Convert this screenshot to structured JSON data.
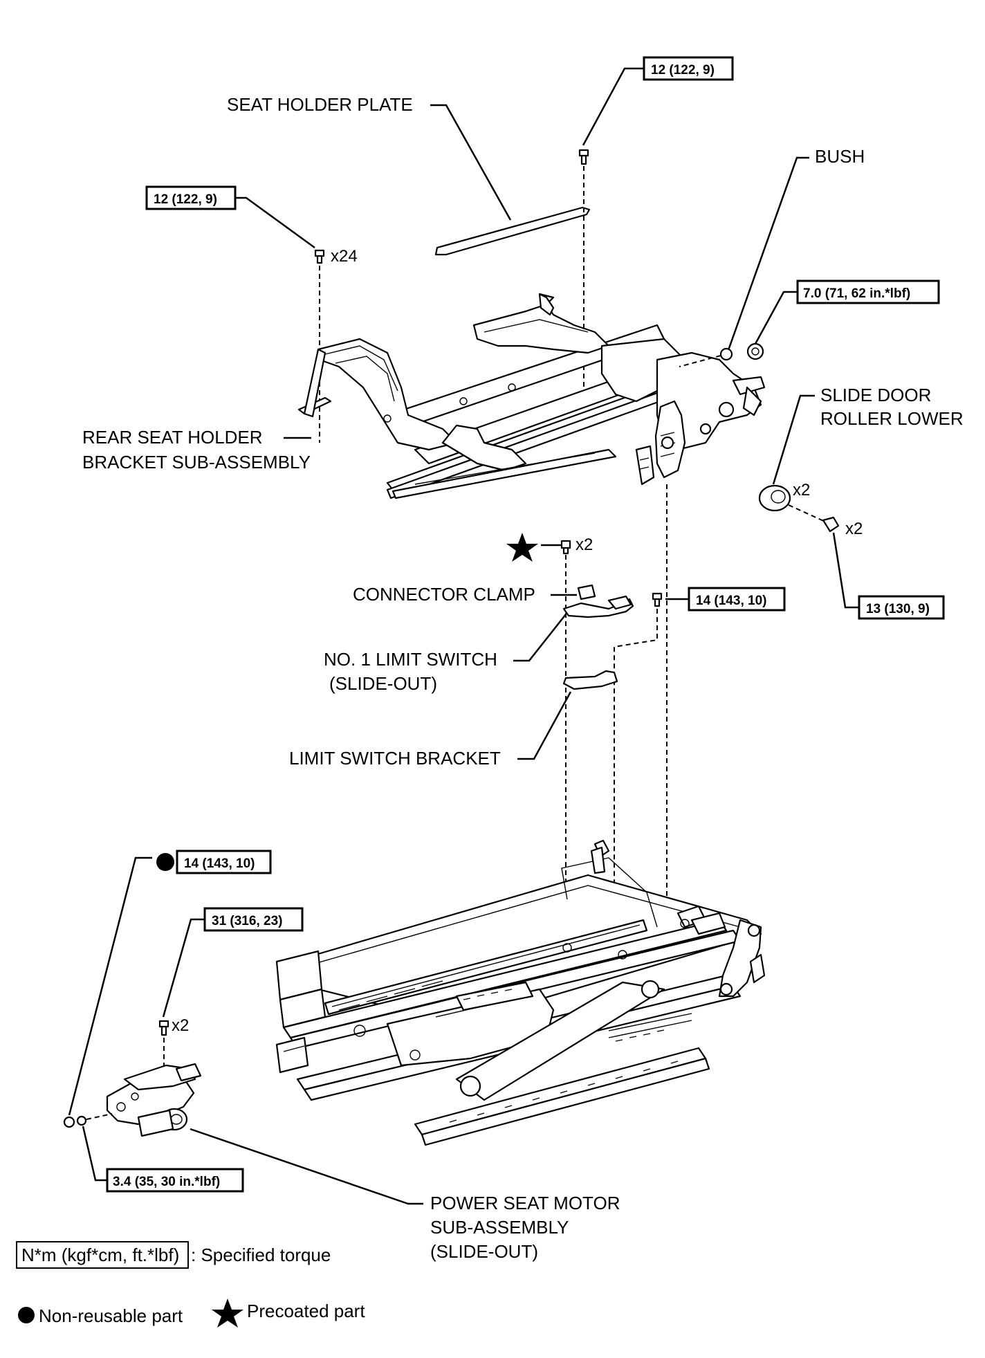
{
  "labels": {
    "seat_holder_plate": "SEAT HOLDER PLATE",
    "bush": "BUSH",
    "rear_bracket_1": "REAR SEAT HOLDER",
    "rear_bracket_2": "BRACKET SUB-ASSEMBLY",
    "slide_roller_1": "SLIDE DOOR",
    "slide_roller_2": "ROLLER LOWER",
    "connector_clamp": "CONNECTOR CLAMP",
    "limit_switch_1": "NO. 1 LIMIT SWITCH",
    "limit_switch_2": "(SLIDE-OUT)",
    "limit_bracket": "LIMIT SWITCH BRACKET",
    "motor_1": "POWER SEAT MOTOR",
    "motor_2": "SUB-ASSEMBLY",
    "motor_3": "(SLIDE-OUT)"
  },
  "torques": {
    "t_top": "12 (122, 9)",
    "t_left": "12 (122, 9)",
    "t_nut": "7.0 (71, 62 in.*lbf)",
    "t_roller": "13 (130, 9)",
    "t_bracket": "14 (143, 10)",
    "t_nonreuse": "14 (143, 10)",
    "t_motor": "31 (316, 23)",
    "t_small": "3.4 (35, 30 in.*lbf)"
  },
  "multipliers": {
    "x24": "x24",
    "x2_star": "x2",
    "x2_roller": "x2",
    "x2_bolt": "x2",
    "x2_motor": "x2"
  },
  "legend": {
    "unit_box": "N*m (kgf*cm, ft.*lbf)",
    "unit_text": ": Specified torque",
    "nonreusable": "Non-reusable part",
    "precoated": "Precoated part"
  }
}
